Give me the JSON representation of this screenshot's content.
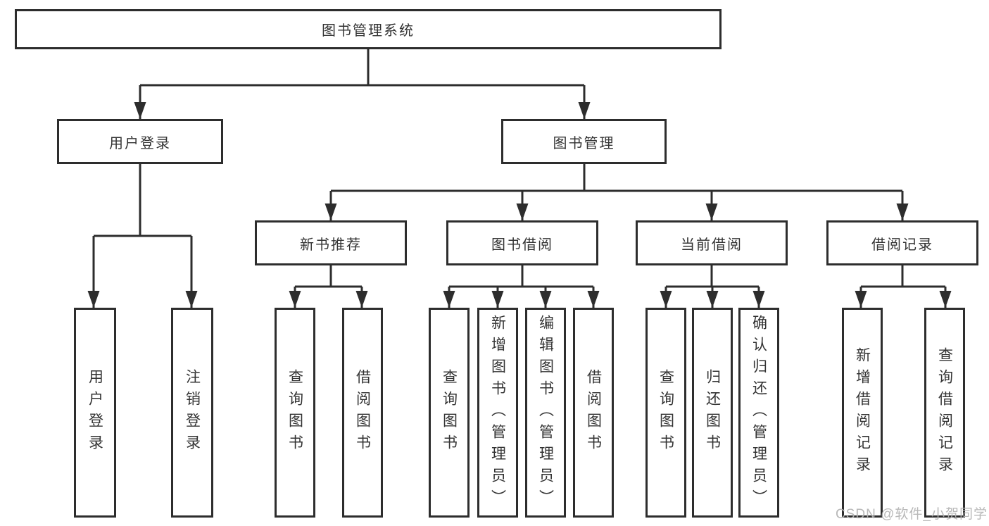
{
  "tree": {
    "root": {
      "label": "图书管理系统",
      "children": [
        {
          "label": "用户登录",
          "children": [
            {
              "label": "用户登录"
            },
            {
              "label": "注销登录"
            }
          ]
        },
        {
          "label": "图书管理",
          "children": [
            {
              "label": "新书推荐",
              "children": [
                {
                  "label": "查询图书"
                },
                {
                  "label": "借阅图书"
                }
              ]
            },
            {
              "label": "图书借阅",
              "children": [
                {
                  "label": "查询图书"
                },
                {
                  "label": "新增图书（管理员）"
                },
                {
                  "label": "编辑图书（管理员）"
                },
                {
                  "label": "借阅图书"
                }
              ]
            },
            {
              "label": "当前借阅",
              "children": [
                {
                  "label": "查询图书"
                },
                {
                  "label": "归还图书"
                },
                {
                  "label": "确认归还（管理员）"
                }
              ]
            },
            {
              "label": "借阅记录",
              "children": [
                {
                  "label": "新增借阅记录"
                },
                {
                  "label": "查询借阅记录"
                }
              ]
            }
          ]
        }
      ]
    }
  },
  "watermark": "CSDN @软件_小贺同学",
  "colors": {
    "line": "#2d2d2d",
    "box_border": "#2d2d2d",
    "text": "#333333",
    "background": "#ffffff",
    "watermark": "#b2b2b2"
  }
}
